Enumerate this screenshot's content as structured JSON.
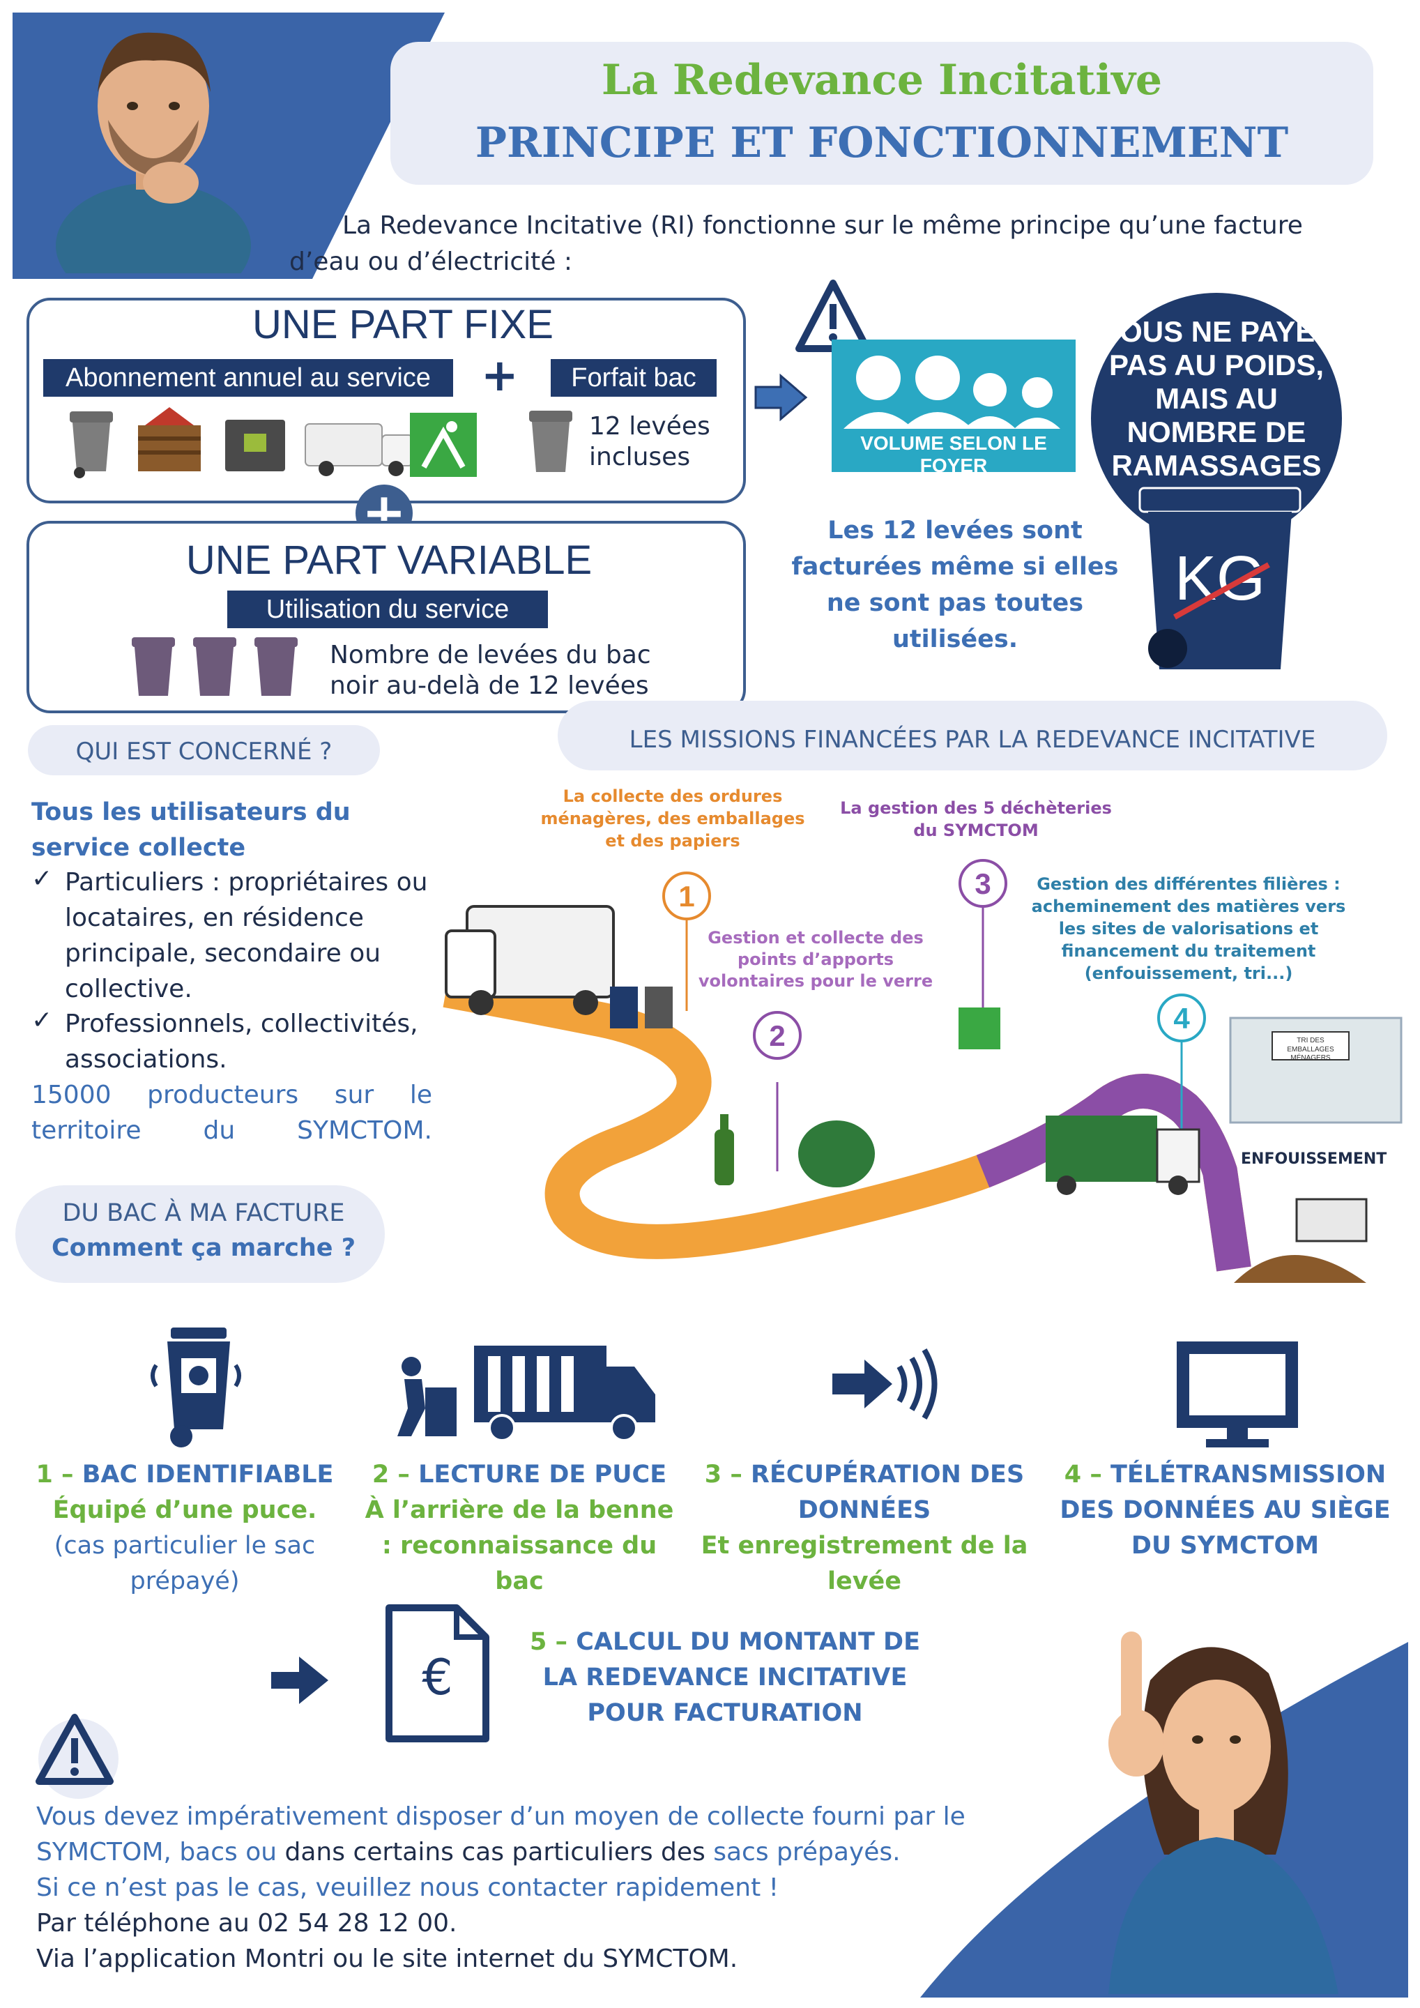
{
  "header": {
    "title": "La Redevance Incitative",
    "subtitle": "PRINCIPE ET FONCTIONNEMENT",
    "intro": "La Redevance Incitative (RI) fonctionne sur le même principe qu’une facture d’eau ou d’électricité :"
  },
  "part_fixe": {
    "title": "UNE PART FIXE",
    "band1": "Abonnement annuel au service",
    "band2": "Forfait bac",
    "levees": "12 levées incluses"
  },
  "part_variable": {
    "title": "UNE PART VARIABLE",
    "band": "Utilisation du service",
    "text": "Nombre de levées du bac noir au-delà de 12 levées"
  },
  "volume_label": "VOLUME SELON LE FOYER",
  "levees_note": "Les 12 levées sont facturées même si elles ne sont pas toutes utilisées.",
  "poids_bubble": "VOUS NE PAYEZ PAS AU POIDS, MAIS AU NOMBRE DE RAMASSAGES",
  "kg_label": "KG",
  "qui": {
    "pill": "QUI EST CONCERNÉ ?",
    "heading": "Tous les utilisateurs du service collecte",
    "item1": "Particuliers : propriétaires ou locataires, en résidence principale, secondaire ou collective.",
    "item2": "Professionnels, collectivités, associations.",
    "producers": "15000 producteurs sur le territoire du SYMCTOM."
  },
  "missions": {
    "pill": "LES MISSIONS FINANCÉES PAR LA REDEVANCE INCITATIVE",
    "m1": "La collecte des ordures ménagères, des emballages et des papiers",
    "m2": "Gestion et collecte des points d’apports volontaires pour le verre",
    "m3": "La gestion des 5 déchèteries du SYMCTOM",
    "m4": "Gestion des différentes filières : acheminement des matières vers les sites de valorisations et financement du traitement (enfouissement, tri...)",
    "n1": "1",
    "n2": "2",
    "n3": "3",
    "n4": "4",
    "enfouissement": "ENFOUISSEMENT",
    "tri_sign": "TRI DES EMBALLAGES MÉNAGERS"
  },
  "bac_facture": {
    "pill_line1": "DU BAC À MA FACTURE",
    "pill_line2": "Comment ça marche ?"
  },
  "steps": [
    {
      "num": "1 –",
      "title": "BAC IDENTIFIABLE",
      "green": "Équipé d’une puce.",
      "note": "(cas particulier le sac prépayé)"
    },
    {
      "num": "2 –",
      "title": "LECTURE DE PUCE",
      "green": "À l’arrière de la benne : reconnaissance du bac"
    },
    {
      "num": "3 –",
      "title": "RÉCUPÉRATION DES DONNÉES",
      "green": "Et enregistrement de la levée"
    },
    {
      "num": "4 –",
      "title": "TÉLÉTRANSMISSION DES DONNÉES AU SIÈGE DU SYMCTOM"
    }
  ],
  "step5": {
    "num": "5 –",
    "title": "CALCUL DU MONTANT DE LA REDEVANCE INCITATIVE POUR FACTURATION",
    "euro": "€"
  },
  "warning": {
    "p1a": "Vous devez impérativement disposer d’un moyen de collecte fourni par le SYMCTOM, bacs ou ",
    "p1b": "dans certains cas particuliers des",
    "p1c": " sacs prépayés.",
    "p2": "Si ce n’est pas le cas, veuillez nous contacter rapidement !",
    "p3": "Par téléphone au 02 54 28 12 00.",
    "p4": "Via l’application Montri ou le site internet du SYMCTOM."
  },
  "colors": {
    "navy": "#1f3a6b",
    "blue": "#3d6fb4",
    "green": "#6cb33f",
    "orange": "#e68a2e",
    "purple": "#8b4ea6",
    "teal": "#29a8c4"
  }
}
